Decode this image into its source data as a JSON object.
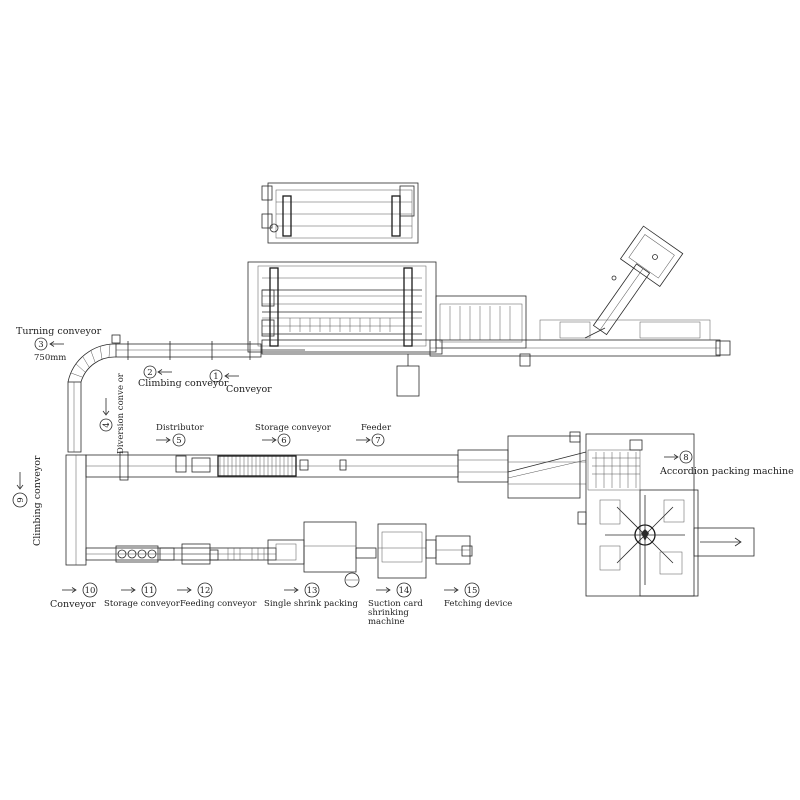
{
  "labels": {
    "conveyor_1": "Conveyor",
    "climbing_conveyor_2": "Climbing conveyor",
    "turning_conveyor_3": "Turning conveyor",
    "size_3": "750mm",
    "diversion_conveyor_4": "Diversion conve or",
    "distributor_5": "Distributor",
    "storage_conveyor_6": "Storage conveyor",
    "feeder_7": "Feeder",
    "accordion_packing_machine_8": "Accordion packing machine",
    "climbing_conveyor_9": "Climbing conveyor",
    "conveyor_10": "Conveyor",
    "storage_conveyor_11": "Storage conveyor",
    "feeding_conveyor_12": "Feeding conveyor",
    "single_shrink_packing_13": "Single shrink packing",
    "suction_card_shrinking_machine_14": [
      "Suction card",
      "shrinking",
      "machine"
    ],
    "fetching_device_15": "Fetching device"
  },
  "numbers": {
    "n1": "1",
    "n2": "2",
    "n3": "3",
    "n4": "4",
    "n5": "5",
    "n6": "6",
    "n7": "7",
    "n8": "8",
    "n9": "9",
    "n10": "10",
    "n11": "11",
    "n12": "12",
    "n13": "13",
    "n14": "14",
    "n15": "15"
  }
}
